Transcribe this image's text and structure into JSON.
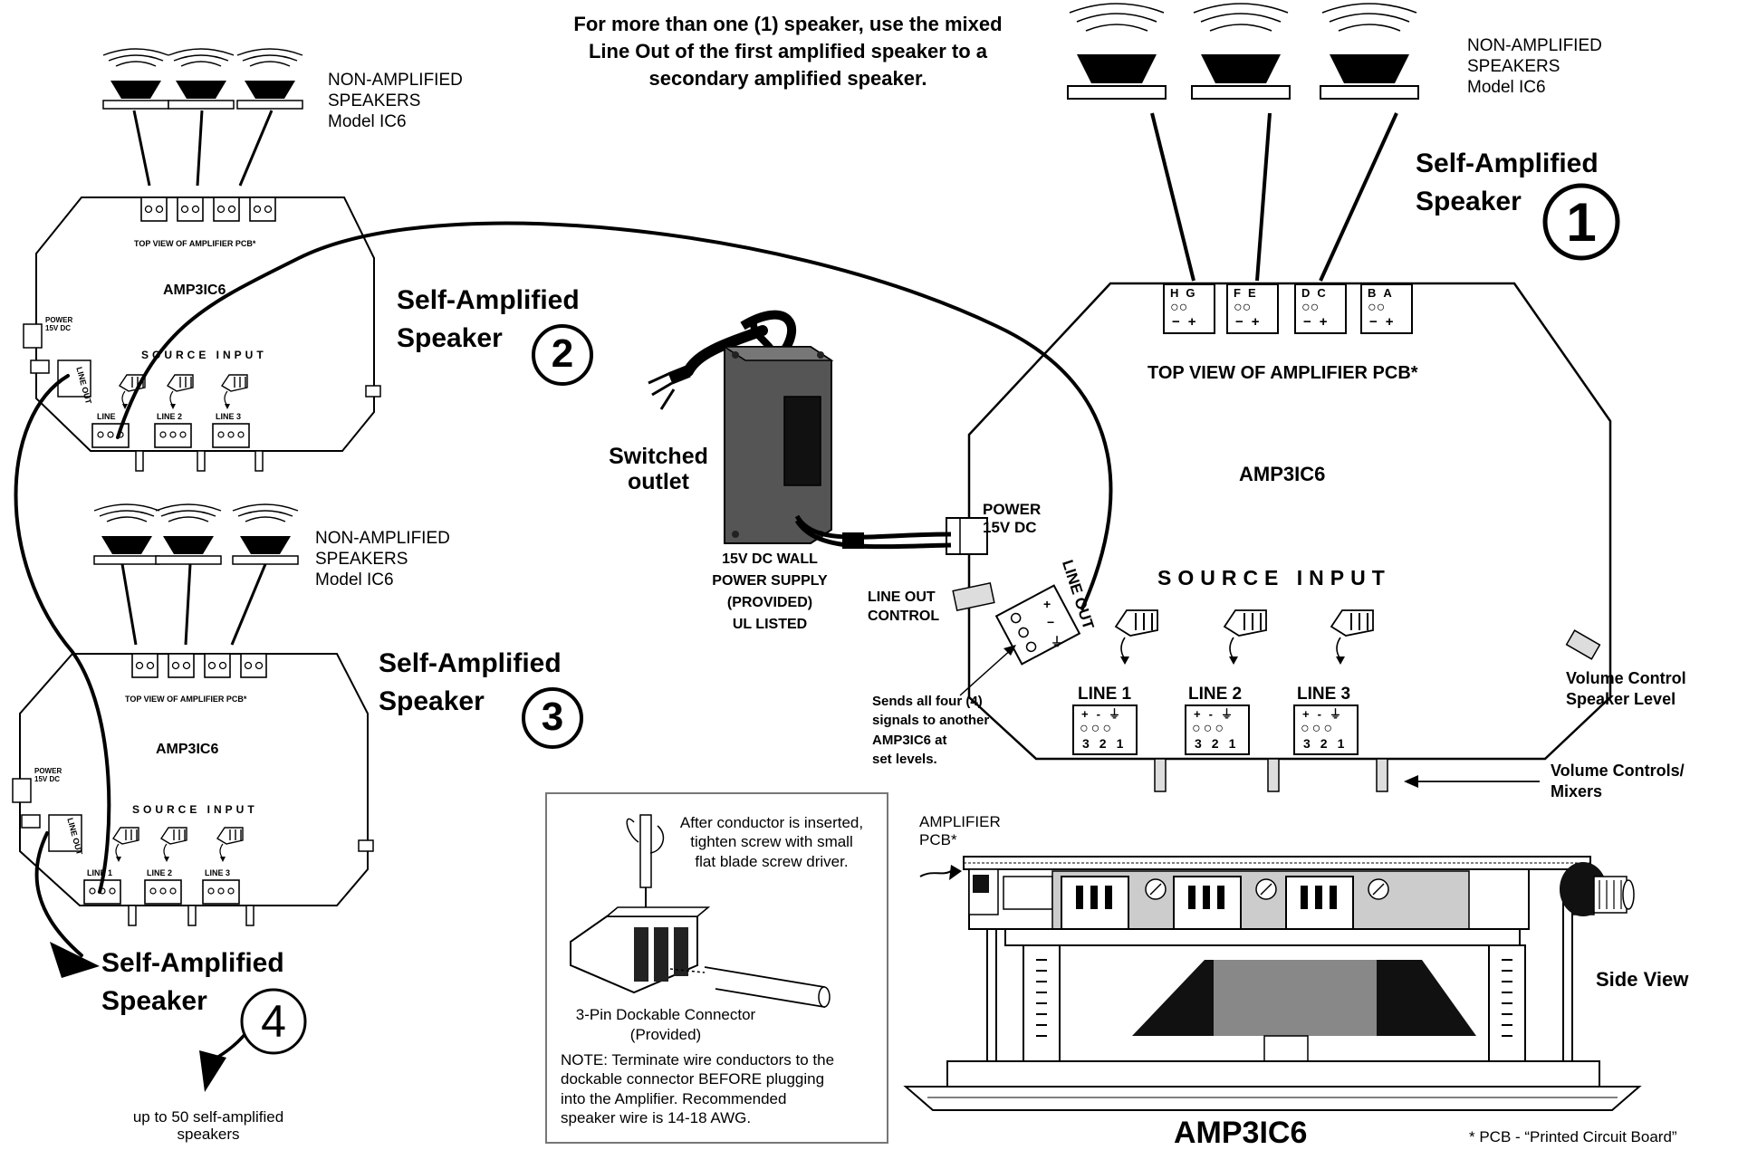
{
  "top_note": [
    "For more than one (1) speaker, use the mixed",
    "Line Out of the first amplified speaker to a",
    "secondary amplified speaker."
  ],
  "non_amplified": [
    "NON-AMPLIFIED",
    "SPEAKERS",
    "Model IC6"
  ],
  "self_amplified": "Self-Amplified",
  "speaker": "Speaker",
  "speaker_numbers": [
    "1",
    "2",
    "3",
    "4"
  ],
  "top_view": "TOP VIEW OF AMPLIFIER PCB*",
  "model": "AMP3IC6",
  "source_input": "SOURCE INPUT",
  "lines": [
    "LINE 1",
    "LINE 2",
    "LINE 3"
  ],
  "line_short": "LINE",
  "pin_signs": [
    "+",
    "-",
    "⏚"
  ],
  "pin_numbers": [
    "3",
    "2",
    "1"
  ],
  "output_pairs": [
    [
      "H",
      "G"
    ],
    [
      "F",
      "E"
    ],
    [
      "D",
      "C"
    ],
    [
      "B",
      "A"
    ]
  ],
  "output_signs": [
    "−",
    "+"
  ],
  "power": [
    "POWER",
    "15V DC"
  ],
  "line_out": "LINE OUT",
  "line_out_control": [
    "LINE OUT",
    "CONTROL"
  ],
  "line_out_pins": [
    "+",
    "−",
    "⏚"
  ],
  "send_note": [
    "Sends all four (4)",
    "signals to another",
    "AMP3IC6  at",
    "set levels."
  ],
  "switched_outlet": [
    "Switched",
    "outlet"
  ],
  "power_supply": [
    "15V DC WALL",
    "POWER SUPPLY",
    "(PROVIDED)",
    "UL LISTED"
  ],
  "volume_control": [
    "Volume Control",
    "Speaker Level"
  ],
  "volume_mixers": [
    "Volume Controls/",
    "Mixers"
  ],
  "connector_note": [
    "After conductor is inserted,",
    "tighten screw with small",
    "flat blade screw driver."
  ],
  "connector_caption": [
    "3-Pin Dockable Connector",
    "(Provided)"
  ],
  "wire_note": [
    "NOTE: Terminate wire conductors to the",
    "dockable connector BEFORE plugging",
    "into the Amplifier. Recommended",
    "speaker wire is 14-18 AWG."
  ],
  "amp_pcb": [
    "AMPLIFIER",
    "PCB*"
  ],
  "side_view": "Side View",
  "footnote": "* PCB - “Printed Circuit Board”",
  "up_to": [
    "up to 50 self-amplified",
    "speakers"
  ]
}
